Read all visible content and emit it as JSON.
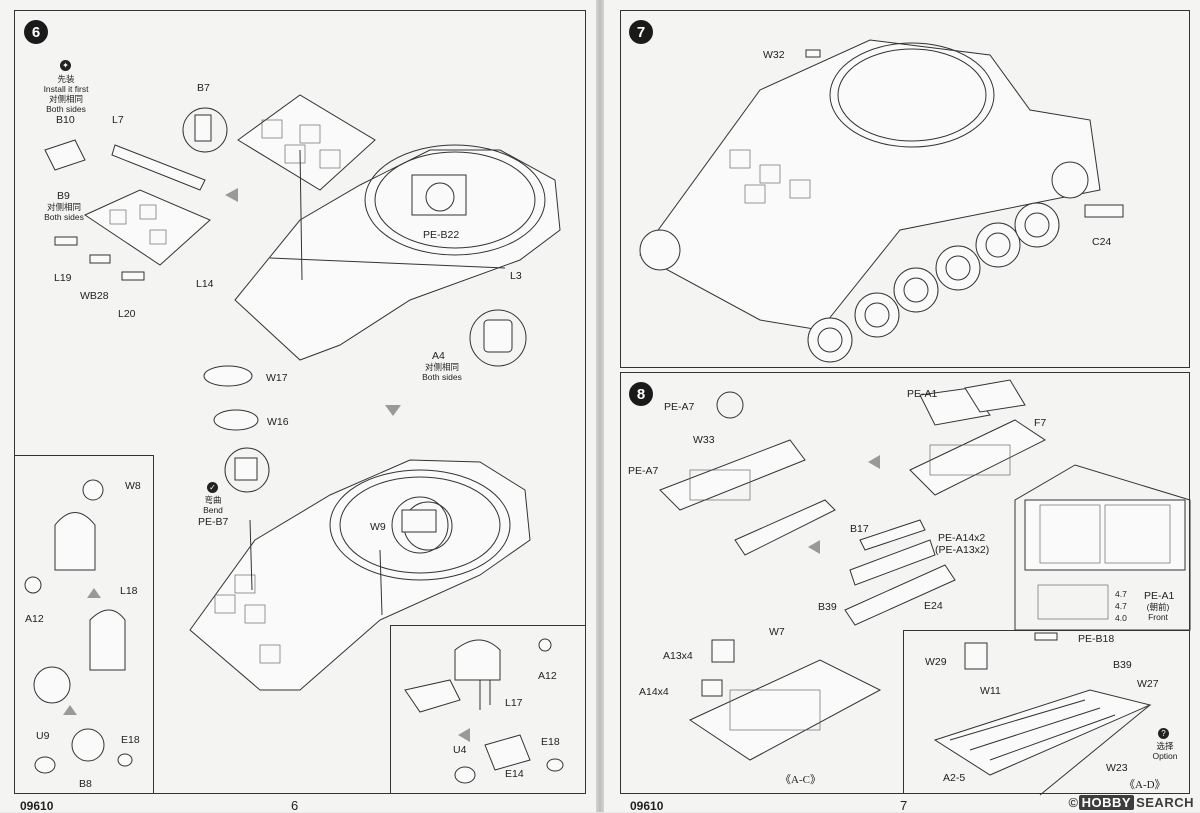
{
  "left_page": {
    "step": "6",
    "notes": {
      "install_first_cn": "先装",
      "install_first_en": "Install it first",
      "both_sides_cn": "对侧相同",
      "both_sides_en": "Both sides",
      "b9_both_sides_cn": "对侧相同",
      "b9_both_sides_en": "Both sides",
      "a4_both_sides_cn": "对侧相同",
      "a4_both_sides_en": "Both sides",
      "bend_cn": "弯曲",
      "bend_en": "Bend"
    },
    "labels": {
      "B7": "B7",
      "B10": "B10",
      "L7": "L7",
      "B9": "B9",
      "L19": "L19",
      "WB28": "WB28",
      "L20": "L20",
      "L14": "L14",
      "PE_B22": "PE-B22",
      "L3": "L3",
      "A4": "A4",
      "W17": "W17",
      "W16": "W16",
      "W8": "W8",
      "PE_B7": "PE-B7",
      "W9": "W9",
      "A12": "A12",
      "L18": "L18",
      "U9": "U9",
      "B8": "B8",
      "E18": "E18",
      "A12b": "A12",
      "L17": "L17",
      "U4": "U4",
      "E14": "E14",
      "E18b": "E18"
    },
    "footer_code": "09610",
    "page_number": "6"
  },
  "right_page": {
    "step7": "7",
    "step8": "8",
    "labels": {
      "W32": "W32",
      "C24": "C24",
      "PE_A7a": "PE-A7",
      "W33": "W33",
      "PE_A7b": "PE-A7",
      "PE_A1": "PE-A1",
      "F7": "F7",
      "B17": "B17",
      "PE_A14x2": "PE-A14x2",
      "PE_A13x2": "(PE-A13x2)",
      "E24": "E24",
      "B39": "B39",
      "W7": "W7",
      "A13x4": "A13x4",
      "A14x4": "A14x4",
      "PE_B18": "PE-B18",
      "W29": "W29",
      "B39b": "B39",
      "W11": "W11",
      "W27": "W27",
      "A2_5": "A2-5",
      "W23": "W23"
    },
    "inset_pe": {
      "dims": [
        "4.7",
        "4.7",
        "4.0"
      ],
      "part": "PE-A1",
      "front_cn": "(朝前)",
      "front_en": "Front"
    },
    "option_cn": "选择",
    "option_en": "Option",
    "caption_ac": "《A-C》",
    "caption_ad": "《A-D》",
    "footer_code": "09610",
    "page_number": "7",
    "watermark": {
      "box": "HOBBY",
      "text": "SEARCH",
      "symbol": "©"
    }
  }
}
